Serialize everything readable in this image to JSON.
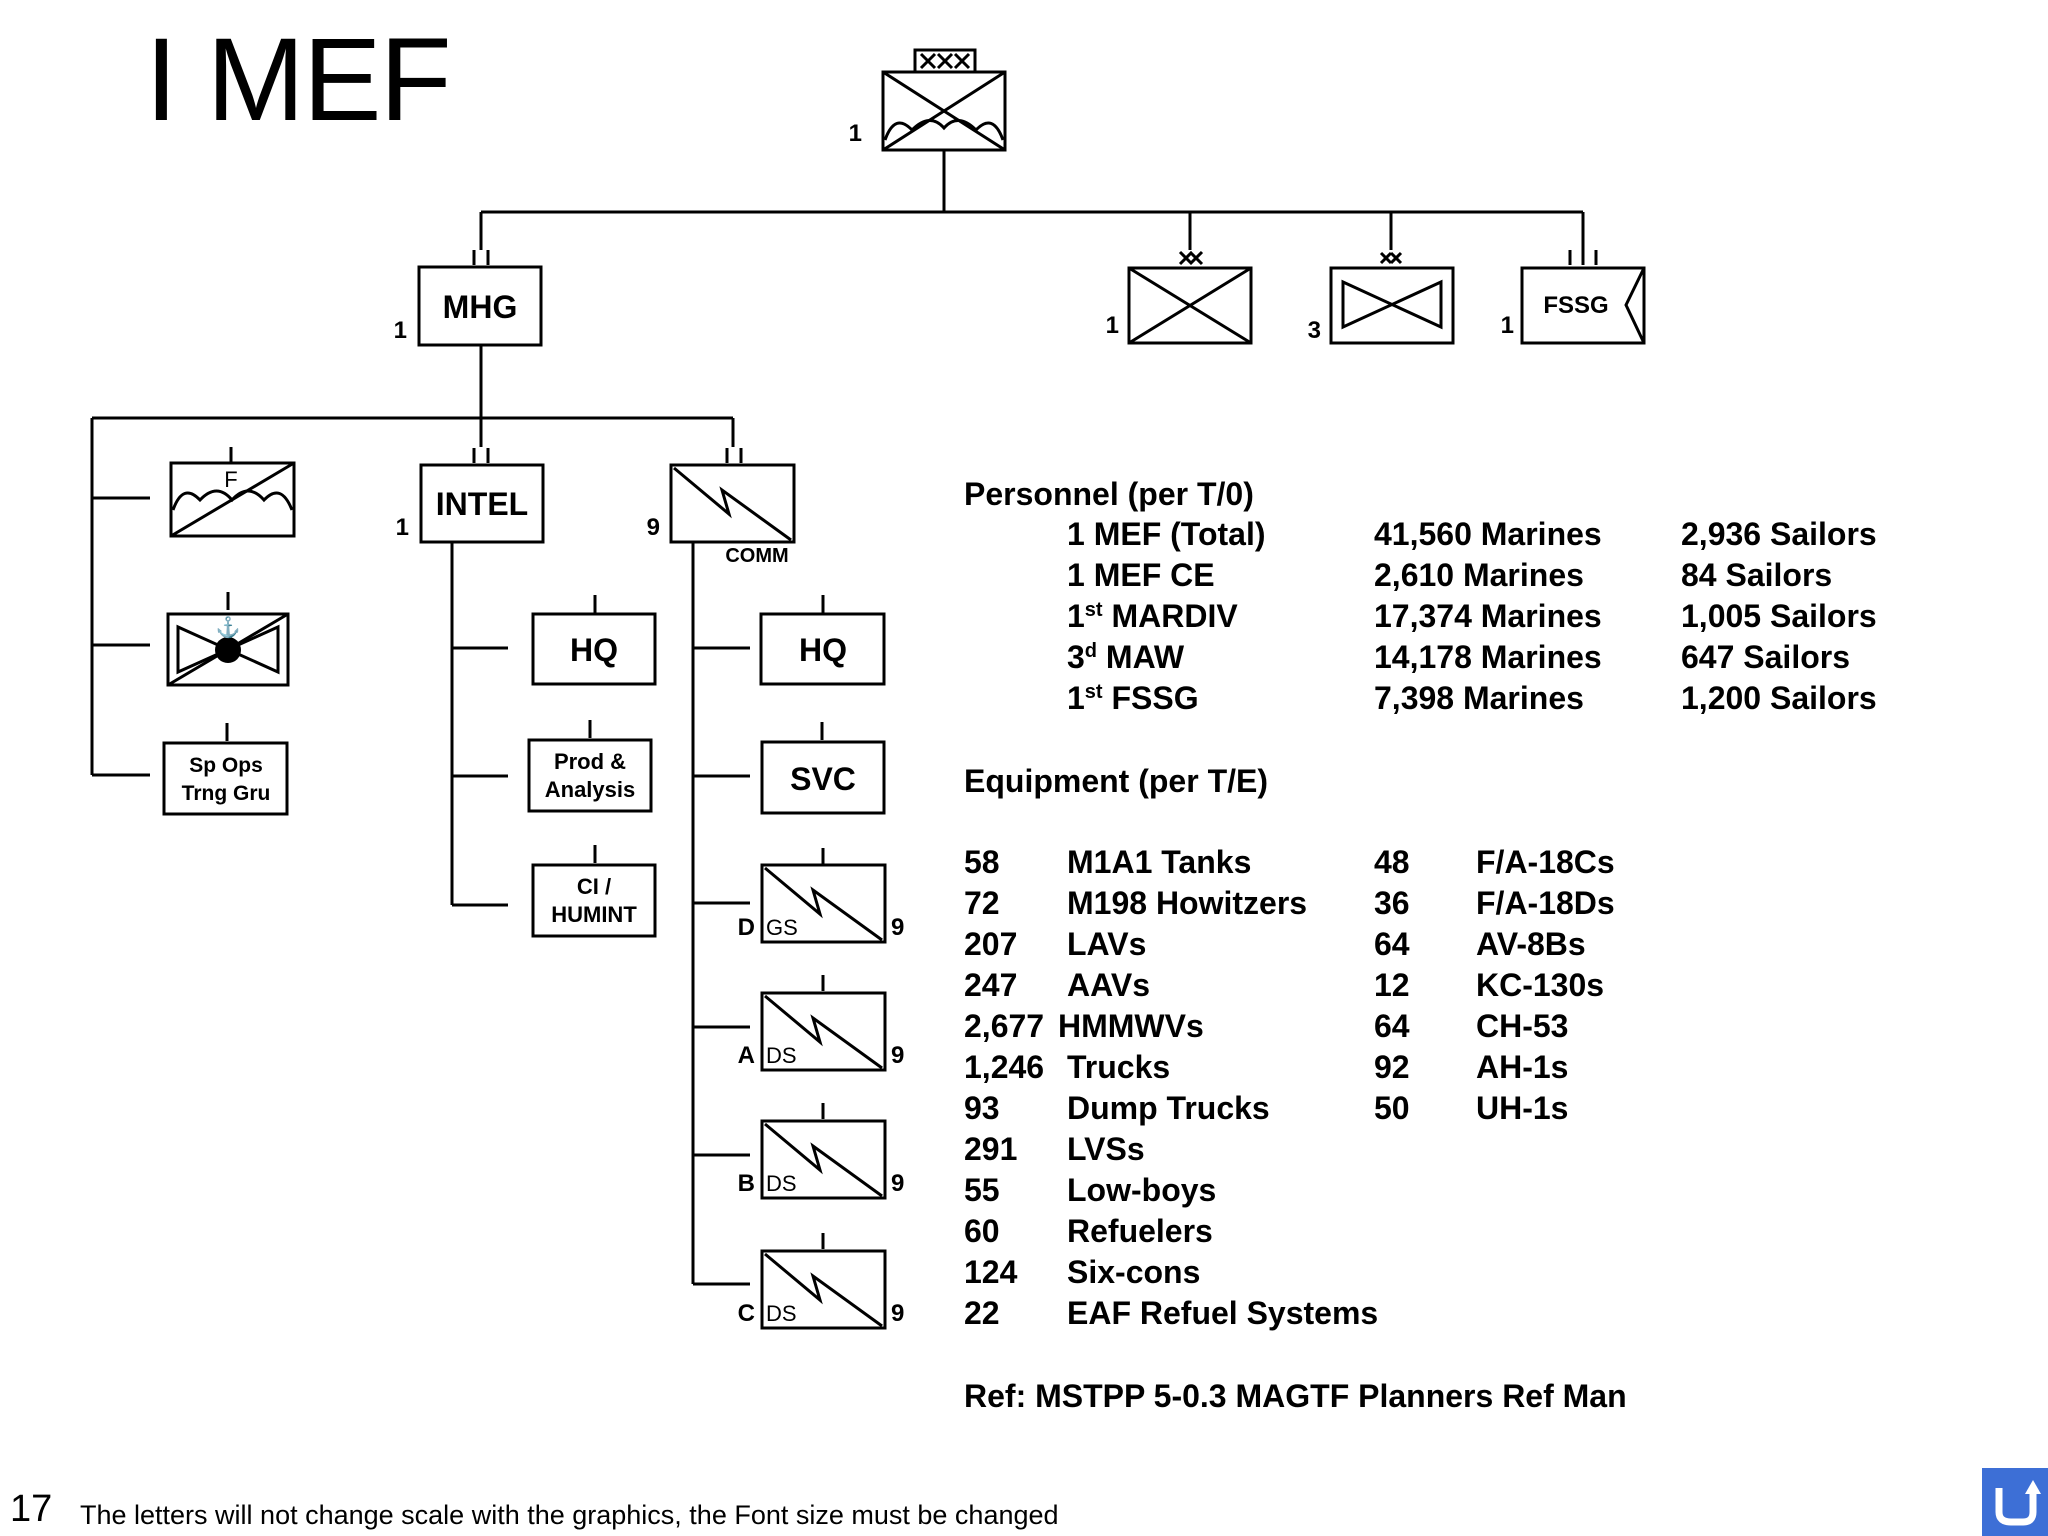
{
  "title": "I MEF",
  "page_number": "17",
  "footer_note": "The letters will not change scale with the graphics, the Font size must be changed",
  "nav_icon": "return-arrow-icon",
  "colors": {
    "nav_button": "#3d6fd6"
  },
  "org": {
    "mef": {
      "echelon": "XXX",
      "count": "1"
    },
    "mhg": {
      "label": "MHG",
      "echelon": "II",
      "count": "1"
    },
    "division": {
      "echelon": "XX",
      "count": "1"
    },
    "wing": {
      "echelon": "XX",
      "count": "3"
    },
    "fssg": {
      "label": "FSSG",
      "echelon": "III",
      "count": "1"
    },
    "force_recon": {
      "letter": "F"
    },
    "anglico": {},
    "sp_ops": {
      "line1": "Sp Ops",
      "line2": "Trng Gru"
    },
    "intel": {
      "label": "INTEL",
      "echelon": "II",
      "count": "1"
    },
    "intel_hq": {
      "label": "HQ"
    },
    "prod_analysis": {
      "line1": "Prod &",
      "line2": "Analysis"
    },
    "ci_humint": {
      "line1": "CI /",
      "line2": "HUMINT"
    },
    "comm": {
      "label": "COMM",
      "echelon": "II",
      "count": "9"
    },
    "comm_hq": {
      "label": "HQ"
    },
    "svc": {
      "label": "SVC"
    },
    "companies": [
      {
        "letter": "D",
        "role": "GS",
        "parent": "9"
      },
      {
        "letter": "A",
        "role": "DS",
        "parent": "9"
      },
      {
        "letter": "B",
        "role": "DS",
        "parent": "9"
      },
      {
        "letter": "C",
        "role": "DS",
        "parent": "9"
      }
    ]
  },
  "personnel": {
    "heading": "Personnel (per T/0)",
    "rows": [
      {
        "unit": "1 MEF (Total)",
        "marines": "41,560 Marines",
        "sailors": "2,936 Sailors"
      },
      {
        "unit": "1 MEF CE",
        "marines": "2,610 Marines",
        "sailors": "84 Sailors"
      },
      {
        "unit_num": "1",
        "unit_sup": "st",
        "unit_rest": " MARDIV",
        "marines": "17,374 Marines",
        "sailors": "1,005 Sailors"
      },
      {
        "unit_num": "3",
        "unit_sup": "d",
        "unit_rest": " MAW",
        "marines": "14,178 Marines",
        "sailors": "647 Sailors"
      },
      {
        "unit_num": "1",
        "unit_sup": "st",
        "unit_rest": " FSSG",
        "marines": "7,398 Marines",
        "sailors": "1,200 Sailors"
      }
    ]
  },
  "equipment": {
    "heading": "Equipment (per T/E)",
    "ground": [
      {
        "qty": "58",
        "item": "M1A1 Tanks"
      },
      {
        "qty": "72",
        "item": "M198 Howitzers"
      },
      {
        "qty": "207",
        "item": "LAVs"
      },
      {
        "qty": "247",
        "item": "AAVs"
      },
      {
        "qty": "2,677",
        "item": "HMMWVs"
      },
      {
        "qty": "1,246",
        "item": "Trucks"
      },
      {
        "qty": "93",
        "item": "Dump Trucks"
      },
      {
        "qty": "291",
        "item": "LVSs"
      },
      {
        "qty": "55",
        "item": "Low-boys"
      },
      {
        "qty": "60",
        "item": "Refuelers"
      },
      {
        "qty": "124",
        "item": "Six-cons"
      },
      {
        "qty": "22",
        "item": "EAF Refuel Systems"
      }
    ],
    "air": [
      {
        "qty": "48",
        "item": "F/A-18Cs"
      },
      {
        "qty": "36",
        "item": "F/A-18Ds"
      },
      {
        "qty": "64",
        "item": "AV-8Bs"
      },
      {
        "qty": "12",
        "item": "KC-130s"
      },
      {
        "qty": "64",
        "item": "CH-53"
      },
      {
        "qty": "92",
        "item": "AH-1s"
      },
      {
        "qty": "50",
        "item": "UH-1s"
      }
    ]
  },
  "reference": "Ref: MSTPP 5-0.3 MAGTF Planners Ref Man"
}
